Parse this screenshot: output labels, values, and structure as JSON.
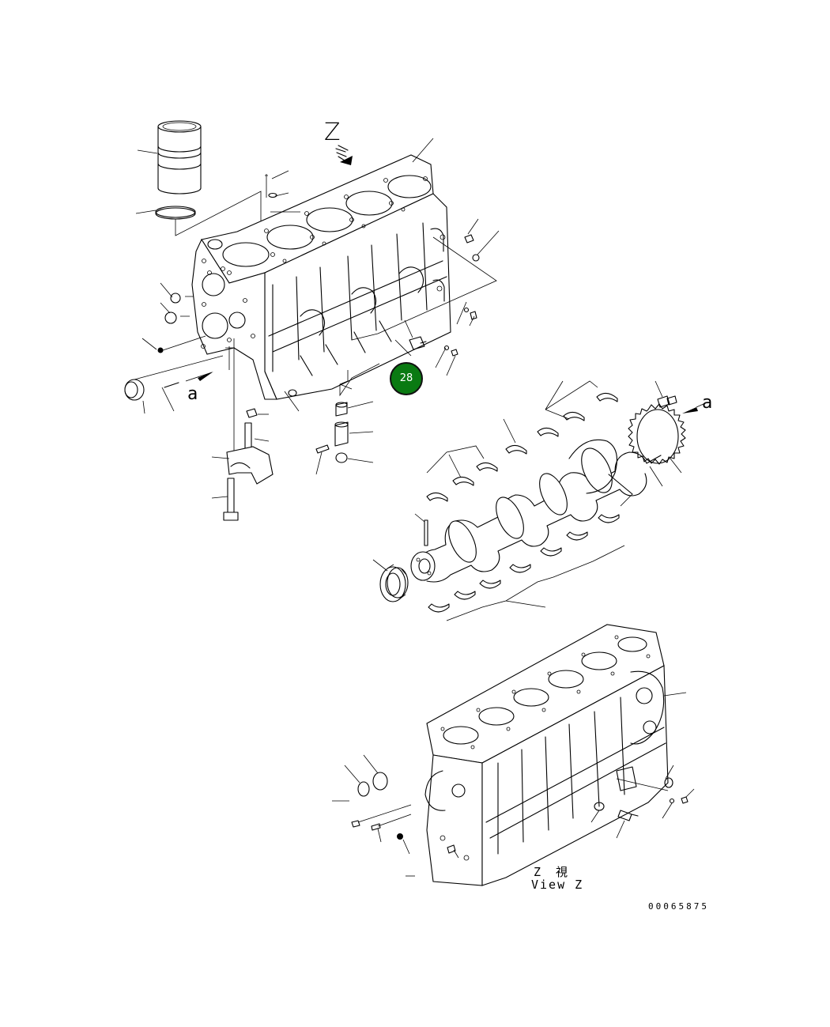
{
  "view_marker_top": "Z",
  "section_marker_left": "a",
  "section_marker_right": "a",
  "callout_badge": "28",
  "view_caption": {
    "japanese": "Z　視",
    "english": "View Z"
  },
  "drawing_number": "00065875",
  "colors": {
    "badge_fill": "#0a7a12",
    "line": "#000000",
    "background": "#ffffff"
  }
}
